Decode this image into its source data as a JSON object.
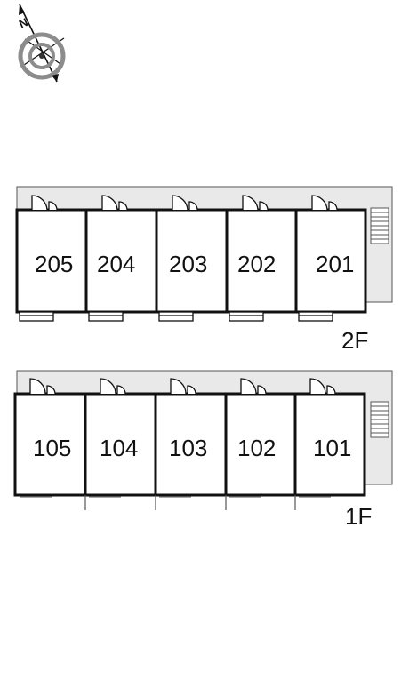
{
  "compass": {
    "north_letter": "N",
    "icon": "compass-rose-icon"
  },
  "floors": [
    {
      "label": "2F",
      "units": [
        "205",
        "204",
        "203",
        "202",
        "201"
      ]
    },
    {
      "label": "1F",
      "units": [
        "105",
        "104",
        "103",
        "102",
        "101"
      ]
    }
  ],
  "colors": {
    "corridor": "#e9e9e9",
    "wall": "#111111",
    "compass_ring": "#8c8c8c"
  }
}
